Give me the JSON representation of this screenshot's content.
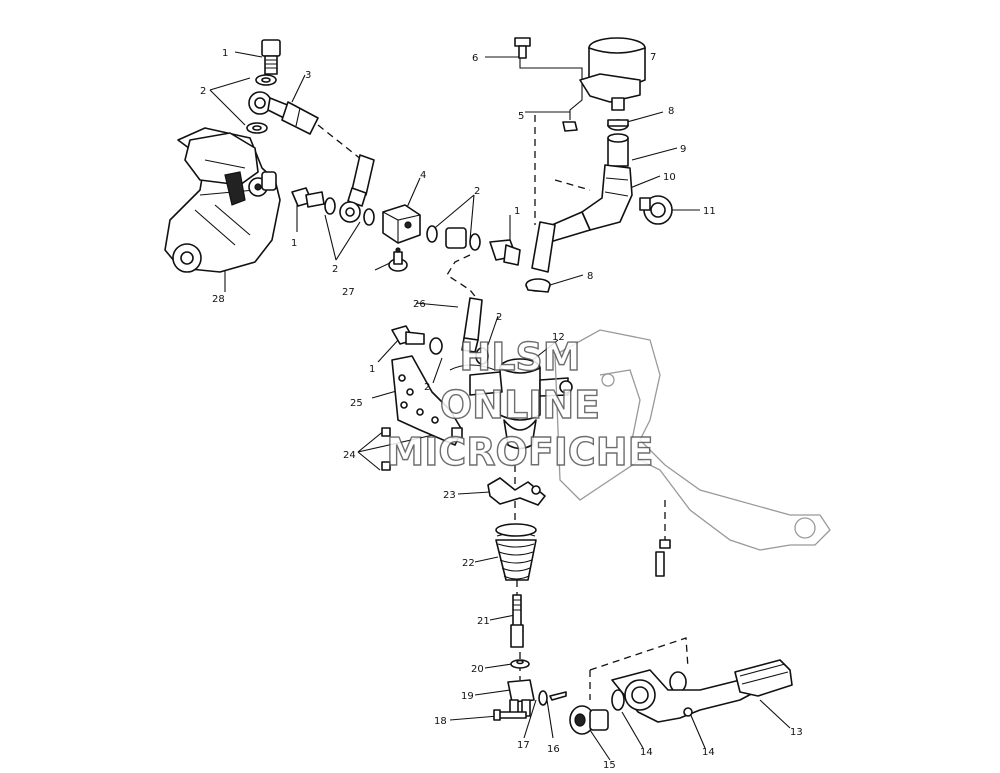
{
  "diagram": {
    "callouts": [
      {
        "id": "c1a",
        "text": "1"
      },
      {
        "id": "c2a",
        "text": "2"
      },
      {
        "id": "c3",
        "text": "3"
      },
      {
        "id": "c28",
        "text": "28"
      },
      {
        "id": "c1b",
        "text": "1"
      },
      {
        "id": "c2b",
        "text": "2"
      },
      {
        "id": "c4",
        "text": "4"
      },
      {
        "id": "c27",
        "text": "27"
      },
      {
        "id": "c2c",
        "text": "2"
      },
      {
        "id": "c1c",
        "text": "1"
      },
      {
        "id": "c6",
        "text": "6"
      },
      {
        "id": "c5",
        "text": "5"
      },
      {
        "id": "c7",
        "text": "7"
      },
      {
        "id": "c8a",
        "text": "8"
      },
      {
        "id": "c9",
        "text": "9"
      },
      {
        "id": "c10",
        "text": "10"
      },
      {
        "id": "c11",
        "text": "11"
      },
      {
        "id": "c8b",
        "text": "8"
      },
      {
        "id": "c26",
        "text": "26"
      },
      {
        "id": "c2d",
        "text": "2"
      },
      {
        "id": "c1d",
        "text": "1"
      },
      {
        "id": "c2e",
        "text": "2"
      },
      {
        "id": "c12",
        "text": "12"
      },
      {
        "id": "c25",
        "text": "25"
      },
      {
        "id": "c24",
        "text": "24"
      },
      {
        "id": "c23",
        "text": "23"
      },
      {
        "id": "c22",
        "text": "22"
      },
      {
        "id": "c21",
        "text": "21"
      },
      {
        "id": "c20",
        "text": "20"
      },
      {
        "id": "c19",
        "text": "19"
      },
      {
        "id": "c18",
        "text": "18"
      },
      {
        "id": "c17",
        "text": "17"
      },
      {
        "id": "c16",
        "text": "16"
      },
      {
        "id": "c15",
        "text": "15"
      },
      {
        "id": "c14a",
        "text": "14"
      },
      {
        "id": "c14b",
        "text": "14"
      },
      {
        "id": "c13",
        "text": "13"
      }
    ],
    "watermark": [
      "HLSM",
      "ONLINE",
      "MICROFICHE"
    ]
  }
}
